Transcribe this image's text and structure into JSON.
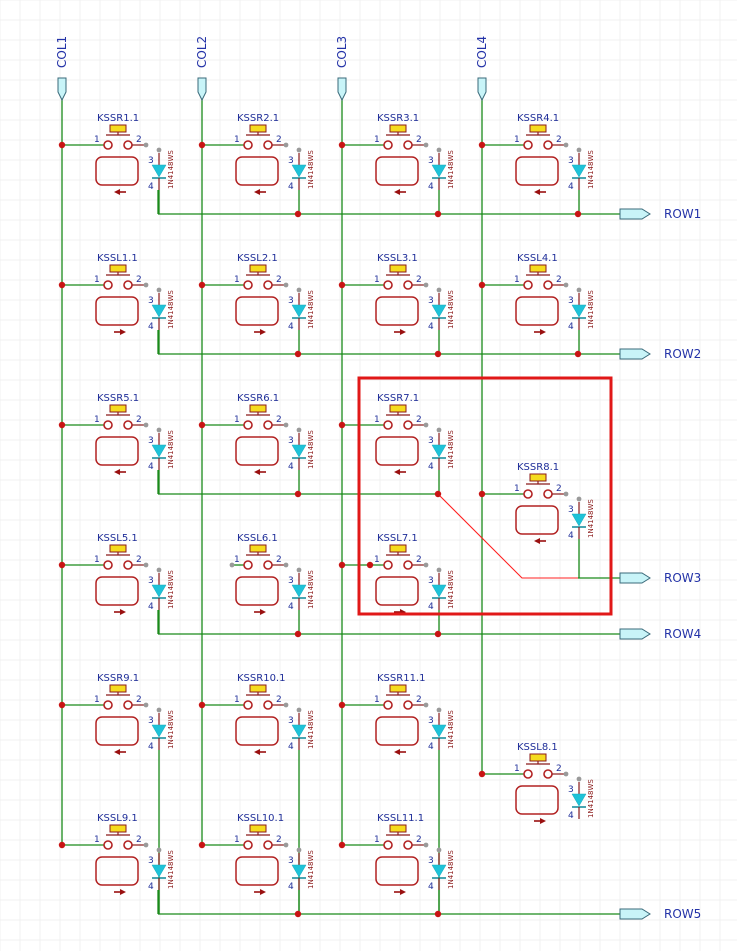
{
  "columns": [
    {
      "name": "COL1"
    },
    {
      "name": "COL2"
    },
    {
      "name": "COL3"
    },
    {
      "name": "COL4"
    }
  ],
  "rows": [
    {
      "name": "ROW1"
    },
    {
      "name": "ROW2"
    },
    {
      "name": "ROW3"
    },
    {
      "name": "ROW4"
    },
    {
      "name": "ROW5"
    }
  ],
  "switches": [
    {
      "designator": "KSSR1.1",
      "arrow": "left"
    },
    {
      "designator": "KSSR2.1",
      "arrow": "left"
    },
    {
      "designator": "KSSR3.1",
      "arrow": "left"
    },
    {
      "designator": "KSSR4.1",
      "arrow": "left"
    },
    {
      "designator": "KSSL1.1",
      "arrow": "right"
    },
    {
      "designator": "KSSL2.1",
      "arrow": "right"
    },
    {
      "designator": "KSSL3.1",
      "arrow": "right"
    },
    {
      "designator": "KSSL4.1",
      "arrow": "right"
    },
    {
      "designator": "KSSR5.1",
      "arrow": "left"
    },
    {
      "designator": "KSSR6.1",
      "arrow": "left"
    },
    {
      "designator": "KSSR7.1",
      "arrow": "left"
    },
    {
      "designator": "KSSR8.1",
      "arrow": "left"
    },
    {
      "designator": "KSSL5.1",
      "arrow": "right"
    },
    {
      "designator": "KSSL6.1",
      "arrow": "right"
    },
    {
      "designator": "KSSL7.1",
      "arrow": "right"
    },
    {
      "designator": "KSSR9.1",
      "arrow": "left"
    },
    {
      "designator": "KSSR10.1",
      "arrow": "left"
    },
    {
      "designator": "KSSR11.1",
      "arrow": "left"
    },
    {
      "designator": "KSSL8.1",
      "arrow": "right"
    },
    {
      "designator": "KSSL9.1",
      "arrow": "right"
    },
    {
      "designator": "KSSL10.1",
      "arrow": "right"
    },
    {
      "designator": "KSSL11.1",
      "arrow": "right"
    }
  ],
  "diode_value": "1N4148WS",
  "pin_labels": {
    "p1": "1",
    "p2": "2",
    "p3": "3",
    "p4": "4"
  },
  "colors": {
    "wire": "#1a8a1a",
    "selected_wire": "#ff2020",
    "component": "#b22222",
    "diode": "#1ec3d8",
    "designator_text": "#1f2e99",
    "net_port": "#c8f4f8",
    "selection_box": "#e11818"
  }
}
